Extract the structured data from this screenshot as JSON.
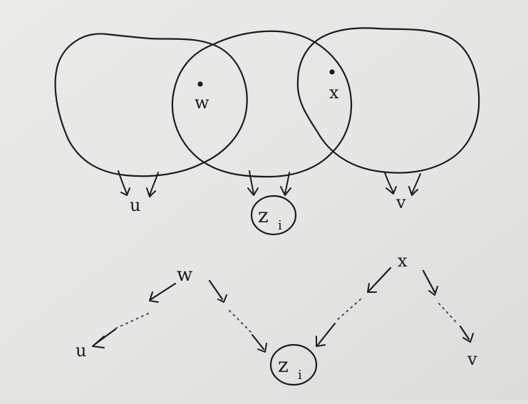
{
  "colors": {
    "paper": "#ebebe9",
    "ink": "#1c1c1c",
    "pencil": "#4a4a4a"
  },
  "top_diagram": {
    "blobs": [
      "left-blob",
      "middle-blob",
      "right-blob"
    ],
    "labels": {
      "w": "w",
      "x": "x",
      "u": "u",
      "v": "v",
      "z": "z",
      "z_sub": "i"
    }
  },
  "bottom_diagram": {
    "labels": {
      "w": "w",
      "x": "x",
      "u": "u",
      "v": "v",
      "z": "z",
      "z_sub": "i"
    },
    "edges": [
      {
        "from": "w",
        "to": "u",
        "style": "dotted"
      },
      {
        "from": "w",
        "to": "z_i",
        "style": "dotted"
      },
      {
        "from": "x",
        "to": "z_i",
        "style": "dotted"
      },
      {
        "from": "x",
        "to": "v",
        "style": "dotted"
      }
    ]
  }
}
